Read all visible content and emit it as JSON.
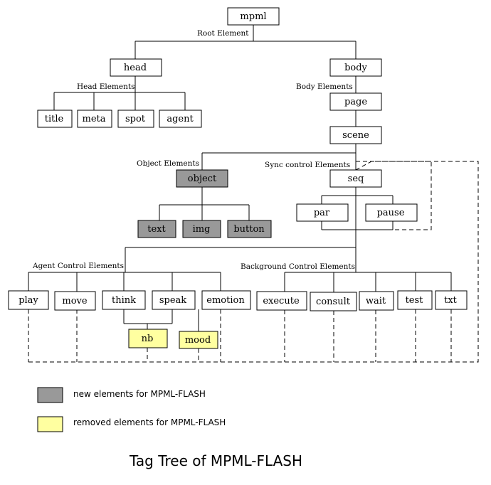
{
  "nodes": {
    "mpml": "mpml",
    "head": "head",
    "body": "body",
    "title": "title",
    "meta": "meta",
    "spot": "spot",
    "agent": "agent",
    "page": "page",
    "scene": "scene",
    "object": "object",
    "seq": "seq",
    "text": "text",
    "img": "img",
    "button": "button",
    "par": "par",
    "pause": "pause",
    "play": "play",
    "move": "move",
    "think": "think",
    "speak": "speak",
    "emotion": "emotion",
    "execute": "execute",
    "consult": "consult",
    "wait": "wait",
    "test": "test",
    "txt": "txt",
    "nb": "nb",
    "mood": "mood"
  },
  "labels": {
    "root": "Root Element",
    "head": "Head Elements",
    "body": "Body Elements",
    "object": "Object Elements",
    "sync": "Sync control Elements",
    "agent_control": "Agent Control Elements",
    "background_control": "Background Control Elements"
  },
  "legend": {
    "new": {
      "label": "new elements for MPML-FLASH",
      "color": "#999999"
    },
    "removed": {
      "label": "removed elements for MPML-FLASH",
      "color": "#ffffa0"
    }
  },
  "caption": "Tag Tree of MPML-FLASH"
}
